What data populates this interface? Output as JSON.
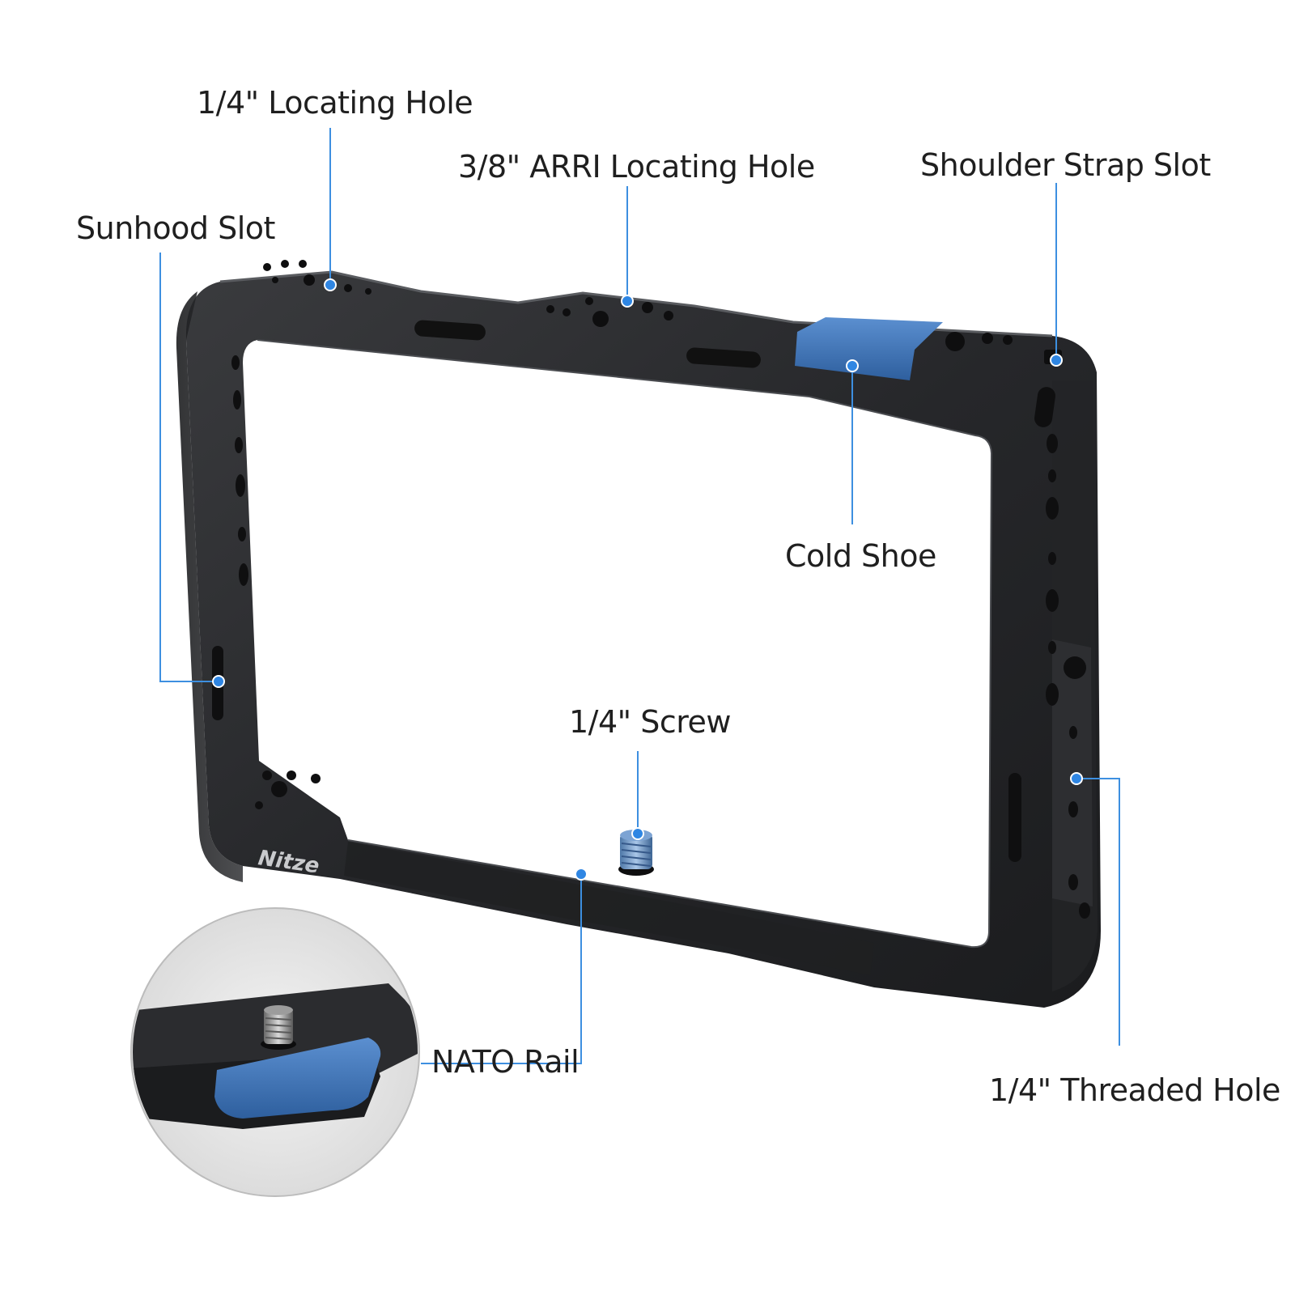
{
  "brand": {
    "logo_text": "Nitze"
  },
  "colors": {
    "leader_line": "#3d8fe0",
    "dot": "#2f86e3",
    "cage_body": "#2a2b2d",
    "cage_edge": "#4a4c50",
    "accent_blue": "#3e73b8"
  },
  "callouts": {
    "locating_hole_quarter": "1/4\" Locating Hole",
    "arri_locating_hole": "3/8\" ARRI Locating Hole",
    "shoulder_strap_slot": "Shoulder Strap Slot",
    "sunhood_slot": "Sunhood Slot",
    "cold_shoe": "Cold Shoe",
    "screw_quarter": "1/4\" Screw",
    "nato_rail": "NATO Rail",
    "threaded_hole_quarter": "1/4\" Threaded Hole"
  }
}
